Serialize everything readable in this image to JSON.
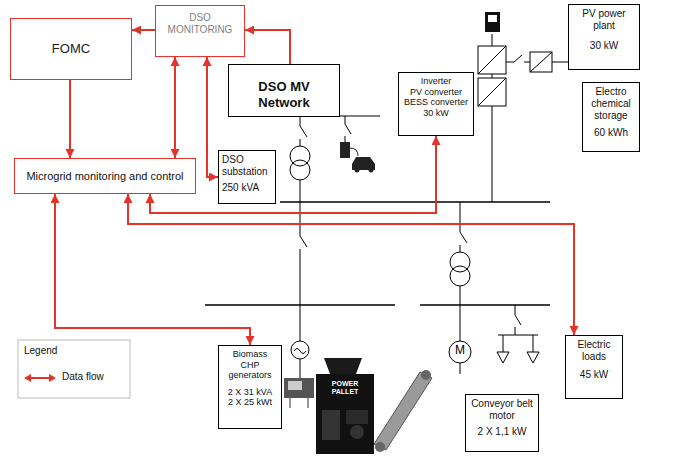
{
  "diagram": {
    "nodes": [
      {
        "text": [
          "FOMC"
        ]
      },
      {
        "text": [
          "DSO MONITORING"
        ]
      },
      {
        "text": [
          "DSO MV Network"
        ]
      },
      {
        "text": [
          "Microgrid monitoring and control"
        ]
      },
      {
        "text": [
          "DSO substation",
          "250 kVA"
        ]
      },
      {
        "text": [
          "Inverter",
          "PV converter BESS converter 30 kW"
        ]
      },
      {
        "text": [
          "PV power plant",
          "30 kW"
        ]
      },
      {
        "text": [
          "Electro chemical storage",
          "60 kWh"
        ]
      },
      {
        "text": [
          "Biomass CHP generators",
          "2 X 31 kVA 2 X 25 kWt"
        ]
      },
      {
        "text": [
          "Conveyor belt motor",
          "2 X 1,1 kW"
        ]
      },
      {
        "text": [
          "Electric loads",
          "45 kW"
        ]
      }
    ],
    "edges": [
      {
        "from": 1,
        "to": 0,
        "arrow": "to"
      },
      {
        "from": 2,
        "to": 1,
        "arrow": "to"
      },
      {
        "from": 0,
        "to": 3,
        "arrow": "to"
      },
      {
        "from": 1,
        "to": 3,
        "arrow": "both"
      },
      {
        "from": 1,
        "to": 4,
        "arrow": "both"
      },
      {
        "from": 3,
        "to": 5,
        "arrow": "both"
      },
      {
        "from": 3,
        "to": 10,
        "arrow": "both"
      },
      {
        "from": 3,
        "to": 8,
        "arrow": "both"
      }
    ],
    "labels": [
      "M",
      "POWER PALLET",
      "Legend"
    ],
    "legend": [
      {
        "text": "Data flow"
      }
    ]
  }
}
